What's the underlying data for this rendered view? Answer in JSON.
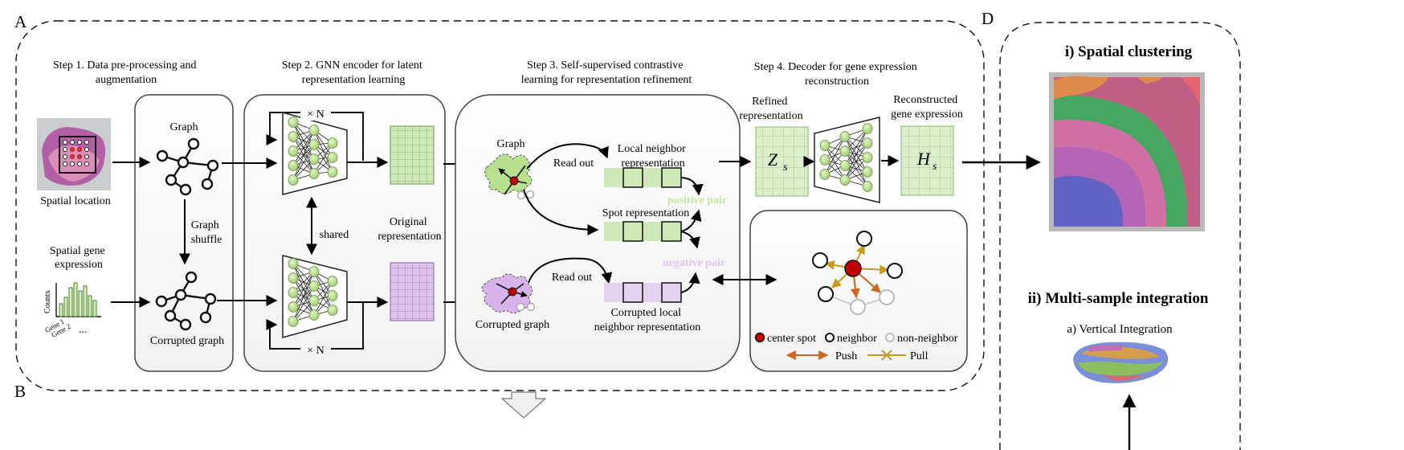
{
  "panels": {
    "A": "A",
    "B": "B",
    "D": "D"
  },
  "steps": {
    "step1": [
      "Step 1. Data pre-processing and",
      "augmentation"
    ],
    "step2": [
      "Step 2. GNN encoder for latent",
      "representation learning"
    ],
    "step3": [
      "Step 3. Self-supervised contrastive",
      "learning for representation refinement"
    ],
    "step4": [
      "Step 4. Decoder for gene expression",
      "reconstruction"
    ]
  },
  "step1": {
    "spatial_location": "Spatial location",
    "spatial_gene_expression": [
      "Spatial gene",
      "expression"
    ],
    "counts": "Counts",
    "gene1": "Gene 1",
    "gene2": "Gene 2",
    "ellipsis": "...",
    "graph": "Graph",
    "graph_shuffle": [
      "Graph",
      "shuffle"
    ],
    "corrupted_graph": "Corrupted graph"
  },
  "step2": {
    "times_n_top": "× N",
    "times_n_bottom": "× N",
    "shared": "shared",
    "original_representation": [
      "Original",
      "representation"
    ]
  },
  "step3": {
    "graph": "Graph",
    "read_out_top": "Read out",
    "read_out_bottom": "Read out",
    "local_neighbor": [
      "Local neighbor",
      "representation"
    ],
    "spot_representation": "Spot representation",
    "positive_pair": "positive pair",
    "negative_pair": "negative pair",
    "corrupted_graph": "Corrupted graph",
    "corrupted_local": [
      "Corrupted local",
      "neighbor representation"
    ]
  },
  "step4": {
    "refined": [
      "Refined",
      "representation"
    ],
    "reconstructed": [
      "Reconstructed",
      "gene expression"
    ],
    "zs": "Z",
    "zs_sub": "s",
    "hs": "H",
    "hs_sub": "s"
  },
  "legend": {
    "center_spot": "center spot",
    "neighbor": "neighbor",
    "non_neighbor": "non-neighbor",
    "push": "Push",
    "pull": "Pull"
  },
  "panel_d": {
    "spatial_clustering": "i) Spatial clustering",
    "multi_sample": "ii) Multi-sample integration",
    "vertical_integration": "a) Vertical Integration"
  },
  "colors": {
    "green_fill": "#cfe8b8",
    "green_node": "#b8e08a",
    "purple_fill": "#dcc3ea",
    "purple_blob": "#d8b4ea",
    "red_node": "#c00000",
    "push": "#d0661e",
    "pull": "#c89a1a",
    "positive_text": "#c8e6a0",
    "negative_text": "#e2c4f0"
  }
}
